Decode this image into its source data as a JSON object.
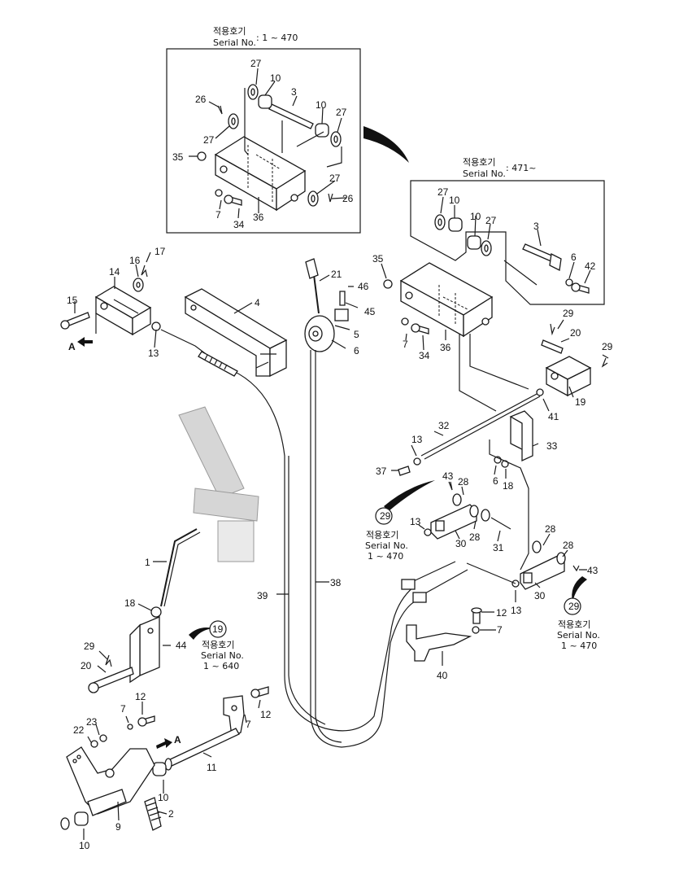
{
  "serial_notes": {
    "top": {
      "title": "적용호기",
      "label": "Serial No.",
      "range": ": 1 ~ 470"
    },
    "right": {
      "title": "적용호기",
      "label": "Serial No.",
      "range": ": 471~"
    },
    "mid": {
      "ref": "29",
      "title": "적용호기",
      "label": "Serial No.",
      "range": "1 ~ 470"
    },
    "lower_right": {
      "ref": "29",
      "title": "적용호기",
      "label": "Serial No.",
      "range": "1 ~ 470"
    },
    "left": {
      "ref": "19",
      "title": "적용호기",
      "label": "Serial No.",
      "range": "1 ~ 640"
    }
  },
  "arrow_labels": {
    "a1": "A",
    "a2": "A"
  },
  "callouts": [
    {
      "id": "c1",
      "text": "27"
    },
    {
      "id": "c2",
      "text": "10"
    },
    {
      "id": "c3",
      "text": "3"
    },
    {
      "id": "c4",
      "text": "26"
    },
    {
      "id": "c5",
      "text": "10"
    },
    {
      "id": "c6",
      "text": "27"
    },
    {
      "id": "c7",
      "text": "27"
    },
    {
      "id": "c8",
      "text": "35"
    },
    {
      "id": "c9",
      "text": "27"
    },
    {
      "id": "c10",
      "text": "26"
    },
    {
      "id": "c11",
      "text": "7"
    },
    {
      "id": "c12",
      "text": "34"
    },
    {
      "id": "c13",
      "text": "36"
    },
    {
      "id": "c14",
      "text": "27"
    },
    {
      "id": "c15",
      "text": "10"
    },
    {
      "id": "c16",
      "text": "10"
    },
    {
      "id": "c17",
      "text": "27"
    },
    {
      "id": "c18",
      "text": "3"
    },
    {
      "id": "c19",
      "text": "6"
    },
    {
      "id": "c20",
      "text": "42"
    },
    {
      "id": "c21",
      "text": "35"
    },
    {
      "id": "c22",
      "text": "7"
    },
    {
      "id": "c23",
      "text": "34"
    },
    {
      "id": "c24",
      "text": "36"
    },
    {
      "id": "c25",
      "text": "17"
    },
    {
      "id": "c26",
      "text": "16"
    },
    {
      "id": "c27",
      "text": "14"
    },
    {
      "id": "c28",
      "text": "15"
    },
    {
      "id": "c29",
      "text": "13"
    },
    {
      "id": "c30",
      "text": "4"
    },
    {
      "id": "c31",
      "text": "21"
    },
    {
      "id": "c32",
      "text": "46"
    },
    {
      "id": "c33",
      "text": "45"
    },
    {
      "id": "c34",
      "text": "5"
    },
    {
      "id": "c35",
      "text": "6"
    },
    {
      "id": "c36",
      "text": "29"
    },
    {
      "id": "c37",
      "text": "20"
    },
    {
      "id": "c38",
      "text": "29"
    },
    {
      "id": "c39",
      "text": "19"
    },
    {
      "id": "c40",
      "text": "41"
    },
    {
      "id": "c41",
      "text": "32"
    },
    {
      "id": "c42",
      "text": "13"
    },
    {
      "id": "c43",
      "text": "33"
    },
    {
      "id": "c44",
      "text": "37"
    },
    {
      "id": "c45",
      "text": "6"
    },
    {
      "id": "c46",
      "text": "18"
    },
    {
      "id": "c47",
      "text": "43"
    },
    {
      "id": "c48",
      "text": "28"
    },
    {
      "id": "c49",
      "text": "13"
    },
    {
      "id": "c50",
      "text": "28"
    },
    {
      "id": "c51",
      "text": "30"
    },
    {
      "id": "c52",
      "text": "31"
    },
    {
      "id": "c53",
      "text": "28"
    },
    {
      "id": "c54",
      "text": "28"
    },
    {
      "id": "c55",
      "text": "43"
    },
    {
      "id": "c56",
      "text": "13"
    },
    {
      "id": "c57",
      "text": "30"
    },
    {
      "id": "c58",
      "text": "12"
    },
    {
      "id": "c59",
      "text": "7"
    },
    {
      "id": "c60",
      "text": "40"
    },
    {
      "id": "c61",
      "text": "39"
    },
    {
      "id": "c62",
      "text": "38"
    },
    {
      "id": "c63",
      "text": "1"
    },
    {
      "id": "c64",
      "text": "18"
    },
    {
      "id": "c65",
      "text": "44"
    },
    {
      "id": "c66",
      "text": "29"
    },
    {
      "id": "c67",
      "text": "20"
    },
    {
      "id": "c68",
      "text": "12"
    },
    {
      "id": "c69",
      "text": "7"
    },
    {
      "id": "c70",
      "text": "23"
    },
    {
      "id": "c71",
      "text": "22"
    },
    {
      "id": "c72",
      "text": "12"
    },
    {
      "id": "c73",
      "text": "7"
    },
    {
      "id": "c74",
      "text": "11"
    },
    {
      "id": "c75",
      "text": "10"
    },
    {
      "id": "c76",
      "text": "2"
    },
    {
      "id": "c77",
      "text": "9"
    },
    {
      "id": "c78",
      "text": "10"
    }
  ]
}
